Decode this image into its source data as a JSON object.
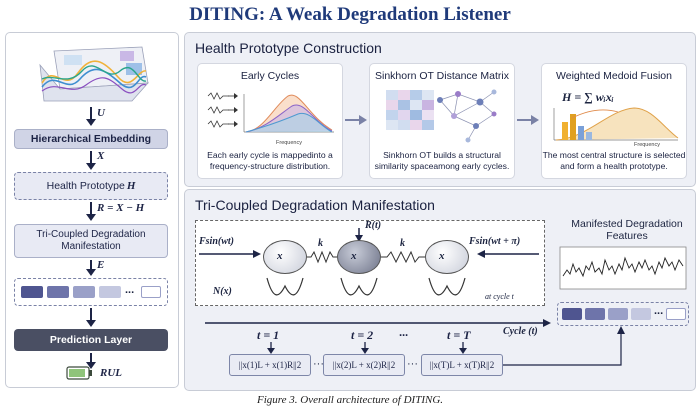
{
  "title": "DITING: A Weak Degradation Listener",
  "caption": "Figure 3. Overall architecture of DITING.",
  "pipeline": {
    "u_label": "U",
    "embedding": "Hierarchical Embedding",
    "x_label": "X",
    "health_prototype_text": "Health Prototype ",
    "health_prototype_sym": "H",
    "r_label": "R = X − H",
    "tri_coupled": "Tri-Coupled Degradation Manifestation",
    "e_label": "E",
    "ellipsis": "...",
    "prediction": "Prediction Layer",
    "rul": "RUL"
  },
  "health": {
    "title": "Health Prototype Construction",
    "cards": [
      {
        "title": "Early Cycles",
        "freq": "Frequency",
        "desc": "Each early cycle is mappedinto a frequency-structure distribution."
      },
      {
        "title": "Sinkhorn OT Distance Matrix",
        "desc": "Sinkhorn OT builds a structural similarity spaceamong early cycles."
      },
      {
        "title": "Weighted Medoid Fusion",
        "formula": "H = ∑ wᵢxᵢ",
        "freq": "Frequency",
        "desc": "The most central structure is selected and form a health prototype."
      }
    ]
  },
  "tri": {
    "title": "Tri-Coupled Degradation Manifestation",
    "force_left": "Fsin(wt)",
    "force_right": "Fsin(wt + π)",
    "r_t": "R(t)",
    "k1": "k",
    "k2": "k",
    "xL": "x",
    "xM": "x",
    "xR": "x",
    "potential": "N(x)",
    "at_cycle": "at cycle t",
    "cycle_label": "Cycle (t)",
    "t1": "t = 1",
    "t2": "t = 2",
    "tdots1": "···",
    "tT": "t = T",
    "tdots2": "···",
    "norm1": "||x(1)L + x(1)R||2",
    "norm2": "||x(2)L + x(2)R||2",
    "normT": "||x(T)L + x(T)R||2",
    "ndots1": "···",
    "ndots2": "···",
    "manifest_title": "Manifested Degradation Features",
    "mellipsis": "..."
  }
}
